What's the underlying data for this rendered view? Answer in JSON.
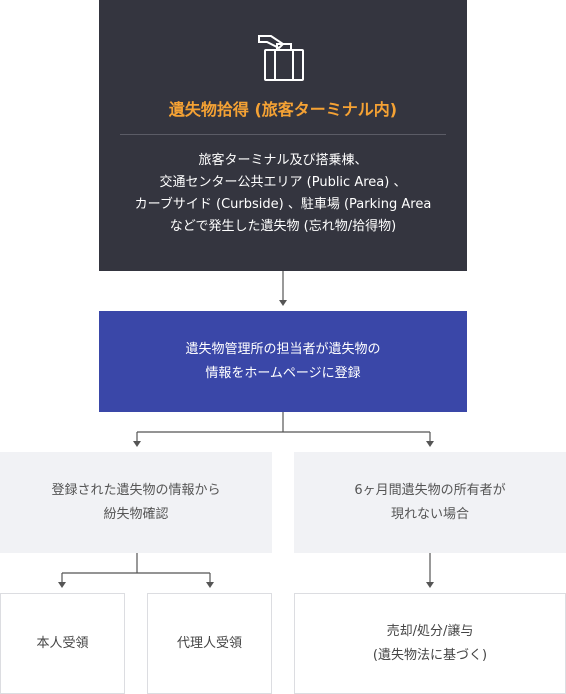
{
  "top": {
    "title": "遺失物拾得 (旅客ターミナル内)",
    "description": [
      "旅客ターミナル及び搭乗棟、",
      "交通センター公共エリア (Public Area) 、",
      "カーブサイド (Curbside) 、駐車場 (Parking Area",
      "などで発生した遺失物 (忘れ物/拾得物)"
    ]
  },
  "middle": {
    "lines": [
      "遺失物管理所の担当者が遺失物の",
      "情報をホームページに登録"
    ]
  },
  "left": {
    "lines": [
      "登録された遺失物の情報から",
      "紛失物確認"
    ]
  },
  "right": {
    "lines": [
      "6ヶ月間遺失物の所有者が",
      "現れない場合"
    ]
  },
  "outcomes": {
    "owner": "本人受領",
    "agent": "代理人受領",
    "dispose": [
      "売却/処分/譲与",
      "(遺失物法に基づく)"
    ]
  },
  "colors": {
    "top_bg": "#34353f",
    "title": "#f5a234",
    "middle_bg": "#3a47a8",
    "grey_bg": "#f1f2f5",
    "connector": "#555555"
  }
}
